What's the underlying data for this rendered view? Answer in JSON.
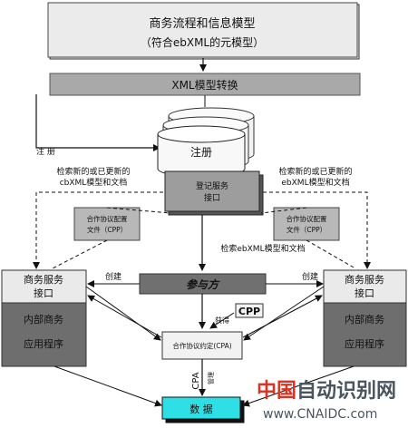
{
  "top_model": {
    "line1": "商务流程和信息模型",
    "line2": "（符合ebXML的元模型）"
  },
  "xml_transform": "XML模型转换",
  "registry": "注册",
  "register_label": "注 册",
  "retrieve_left": {
    "line1": "检索新的或已更新的",
    "line2": "cbXML模型和文档"
  },
  "retrieve_right": {
    "line1": "检索新的或已更新的",
    "line2": "ebXML模型和文档"
  },
  "register_service": {
    "line1": "登记服务",
    "line2": "接口"
  },
  "cpp_left": {
    "line1": "合作协议配置",
    "line2": "文件（CPP）"
  },
  "cpp_right": {
    "line1": "合作协议配置",
    "line2": "文件（CPP）"
  },
  "retrieve_mid": "检索ebXML模型和文档",
  "participant": "参与方",
  "create_left": "创建",
  "create_right": "创建",
  "biz_left": {
    "header_line1": "商务服务",
    "header_line2": "接口",
    "body_line1": "内部商务",
    "body_line2": "应用程序"
  },
  "biz_right": {
    "header_line1": "商务服务",
    "header_line2": "接口",
    "body_line1": "内部商务",
    "body_line2": "应用程序"
  },
  "cpp_small": "CPP",
  "obtain": "获得",
  "cpa_box": "合作协议约定(CPA)",
  "cpa_vertical": "CPA",
  "manage": "管理",
  "data_box": "数 据",
  "watermark": {
    "cn_prefix": "中国",
    "cn_rest": "自动识别网",
    "url": "www.CNAIDC.com"
  },
  "colors": {
    "light_box": "#e8e8e8",
    "dark_box": "#6e6e6e",
    "band": "#a8a8a8",
    "data_cyan": "#2ee0e6",
    "watermark_red": "#e03020",
    "watermark_dark": "#4a5560"
  }
}
